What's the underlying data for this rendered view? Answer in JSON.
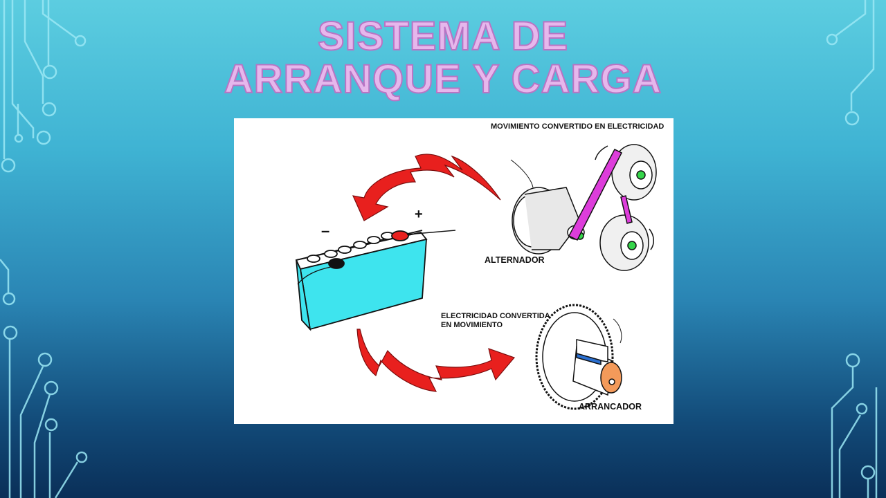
{
  "slide": {
    "title_line1": "SISTEMA DE",
    "title_line2": "ARRANQUE Y CARGA"
  },
  "diagram": {
    "caption_top": "MOVIMIENTO CONVERTIDO EN ELECTRICIDAD",
    "alternator_label": "ALTERNADOR",
    "caption_bottom_line1": "ELECTRICIDAD CONVERTIDA",
    "caption_bottom_line2": "EN MOVIMIENTO",
    "starter_label": "ARRANCADOR",
    "battery_positive": "+",
    "battery_negative": "–"
  },
  "colors": {
    "title_fill": "#e6b7ec",
    "title_stroke": "#b874c4",
    "arrow": "#e8201e",
    "battery_body": "#3ee4ee",
    "belt": "#dd3ddb",
    "pulley_hub": "#35d54a",
    "starter_cap": "#f39a5a",
    "starter_band": "#2a6fd0",
    "circuit_lines": "#8fe3f2"
  }
}
